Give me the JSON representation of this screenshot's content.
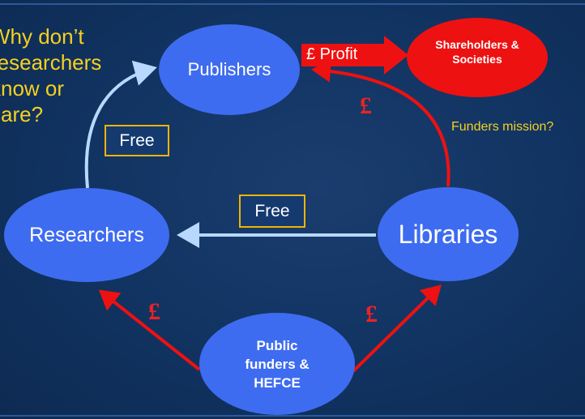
{
  "slide": {
    "question": "Why don’t\nresearchers\nknow or\ncare?",
    "funders_mission": "Funders mission?"
  },
  "nodes": {
    "publishers": "Publishers",
    "shareholders": "Shareholders &\nSocieties",
    "researchers": "Researchers",
    "libraries": "Libraries",
    "funders": "Public\nfunders &\nHEFCE"
  },
  "edges": {
    "free_top": "Free",
    "free_mid": "Free",
    "profit": "£ Profit",
    "pound_libraries": "£",
    "pound_researchers": "£",
    "pound_funders": "£"
  },
  "colors": {
    "background": "#123564",
    "node_blue": "#3e6cf0",
    "node_red": "#ee1111",
    "money_arrow": "#ee1111",
    "free_arrow": "#b8d8ff",
    "highlight_yellow": "#f5d020"
  }
}
